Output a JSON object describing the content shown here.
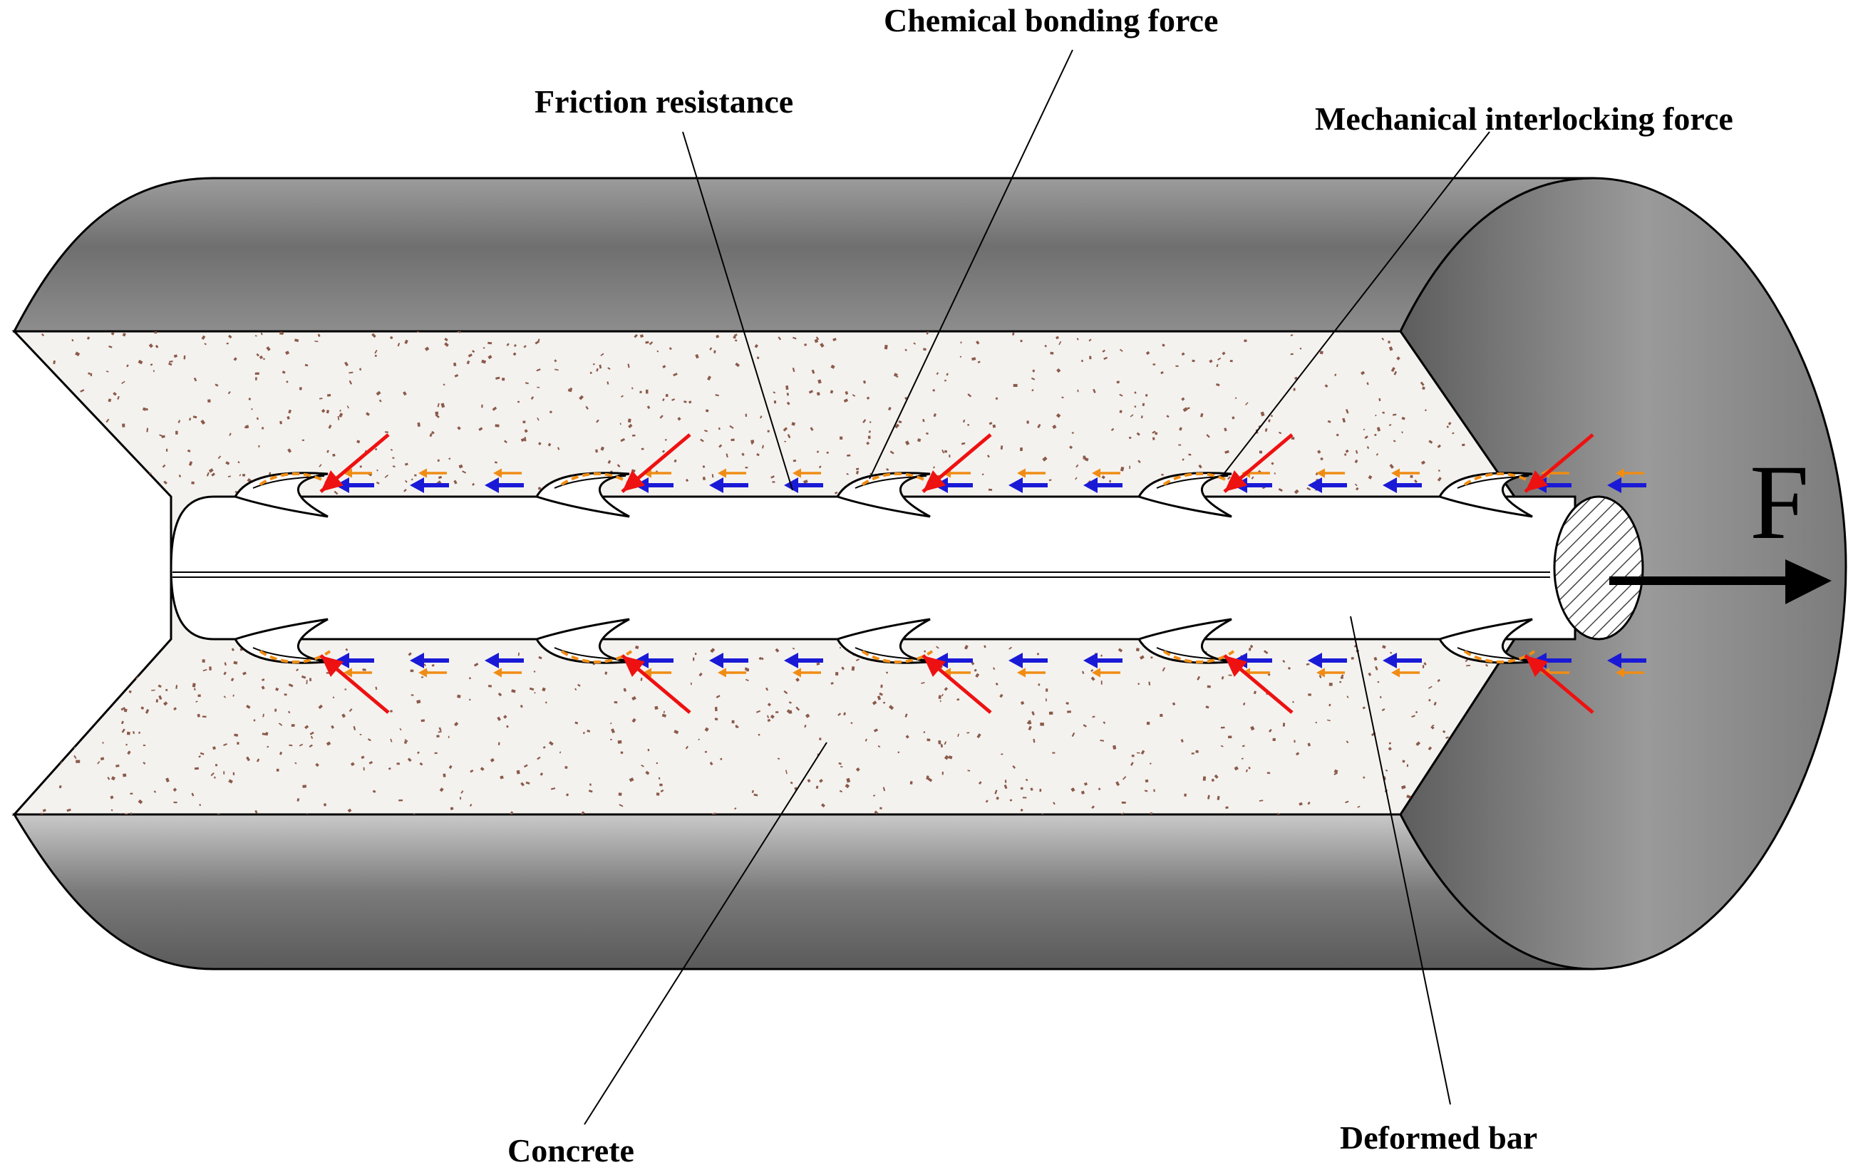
{
  "labels": {
    "chemical_bonding_force": "Chemical bonding force",
    "friction_resistance": "Friction resistance",
    "mechanical_interlocking_force": "Mechanical interlocking force",
    "concrete": "Concrete",
    "deformed_bar": "Deformed bar",
    "force_symbol": "F"
  },
  "colors": {
    "concrete_shell_dark": "#5a5a5a",
    "concrete_shell_light": "#d0d0d0",
    "concrete_core_fill": "#f3f1ee",
    "aggregate_dots": "#8b5a4a",
    "bar_fill": "#ffffff",
    "friction_arrow": "#1a1ad6",
    "chemical_bond_arrow": "#f08c14",
    "interlocking_arrow": "#ee1111",
    "applied_force_arrow": "#000000"
  },
  "icons": {
    "applied_force": "arrow-right-icon",
    "friction": "arrow-left-icon",
    "chemical_bond": "arrow-left-icon",
    "interlocking": "diagonal-arrow-icon",
    "bar_cross_section": "hatched-circle-icon",
    "bar_ribs": "rib-crescent-icon"
  }
}
